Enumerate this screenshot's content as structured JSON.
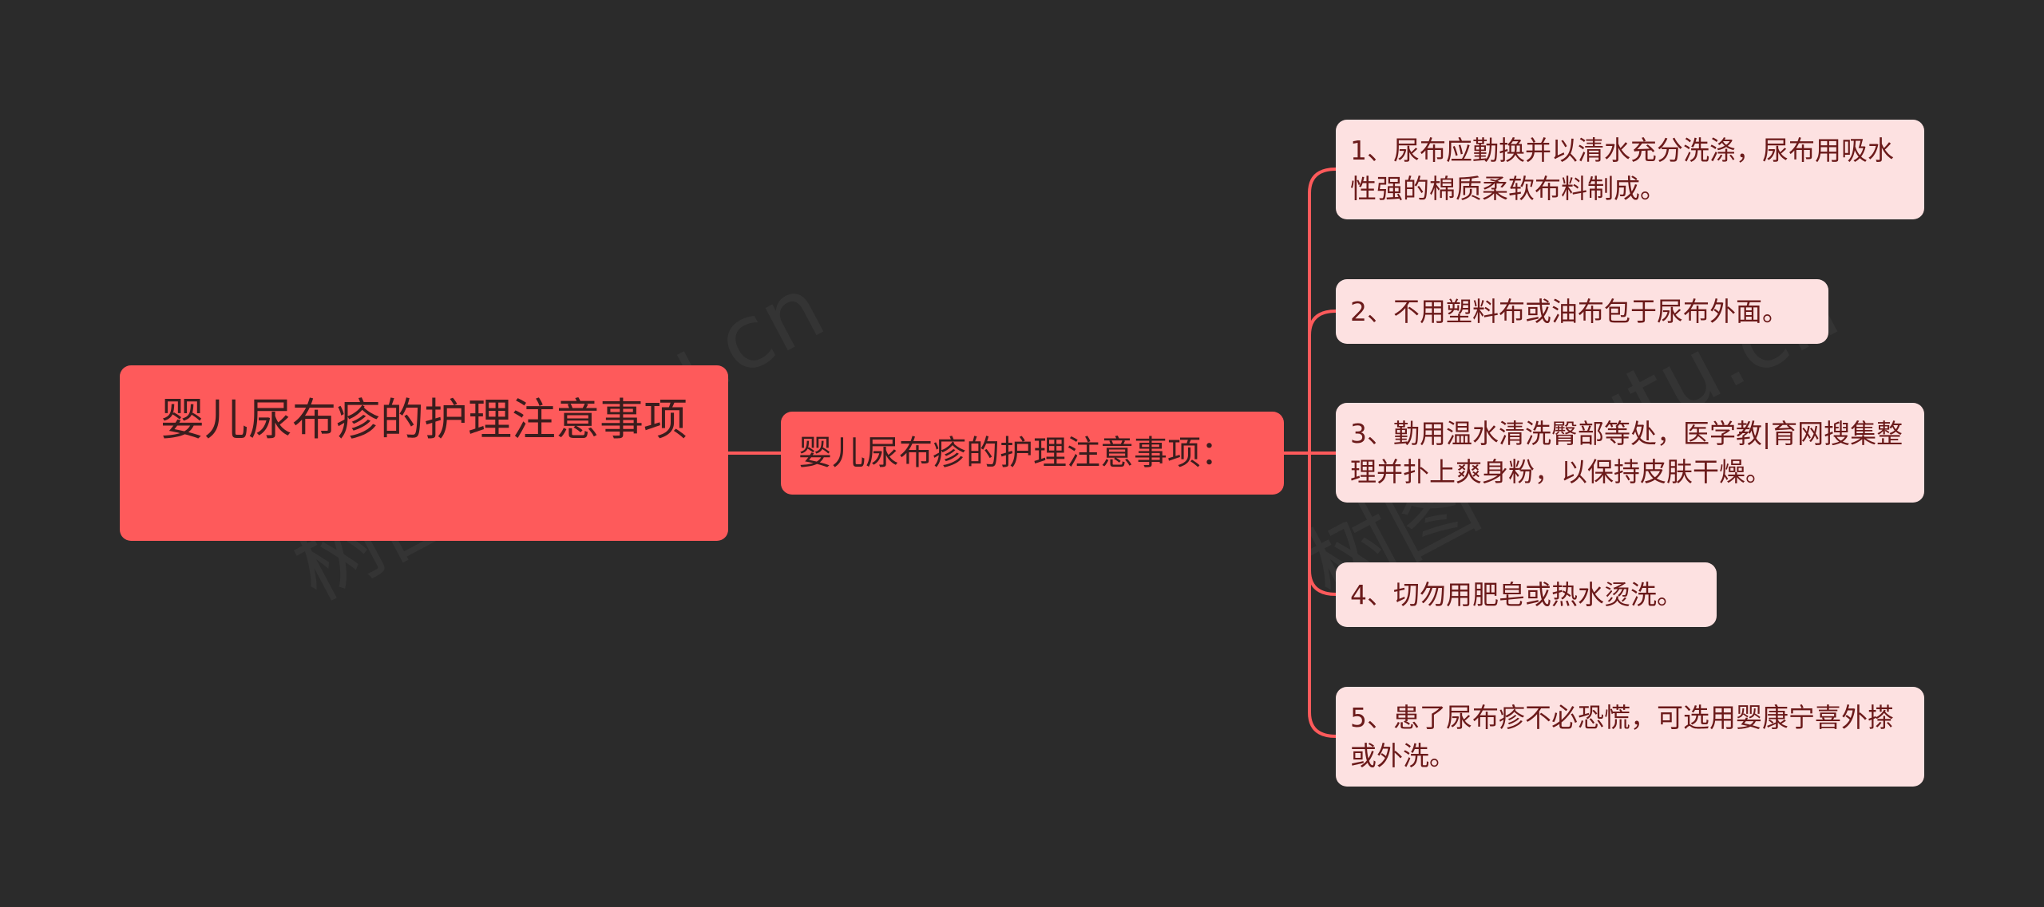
{
  "mindmap": {
    "root": {
      "label": "婴儿尿布疹的护理注意事项"
    },
    "branch": {
      "label": "婴儿尿布疹的护理注意事项："
    },
    "leaves": [
      {
        "label": "1、尿布应勤换并以清水充分洗涤，尿布用吸水性强的棉质柔软布料制成。"
      },
      {
        "label": "2、不用塑料布或油布包于尿布外面。"
      },
      {
        "label": "3、勤用温水清洗臀部等处，医学教|育网搜集整理并扑上爽身粉，以保持皮肤干燥。"
      },
      {
        "label": "4、切勿用肥皂或热水烫洗。"
      },
      {
        "label": "5、患了尿布疹不必恐慌，可选用婴康宁喜外搽或外洗。"
      }
    ]
  },
  "watermark": "树图 shutu.cn",
  "colors": {
    "background": "#2b2b2b",
    "root_fill": "#fe5a5b",
    "branch_fill": "#fe5a5b",
    "leaf_fill": "#fde1e1",
    "connector": "#fe5a5b",
    "leaf_text": "#6b1a1a"
  }
}
